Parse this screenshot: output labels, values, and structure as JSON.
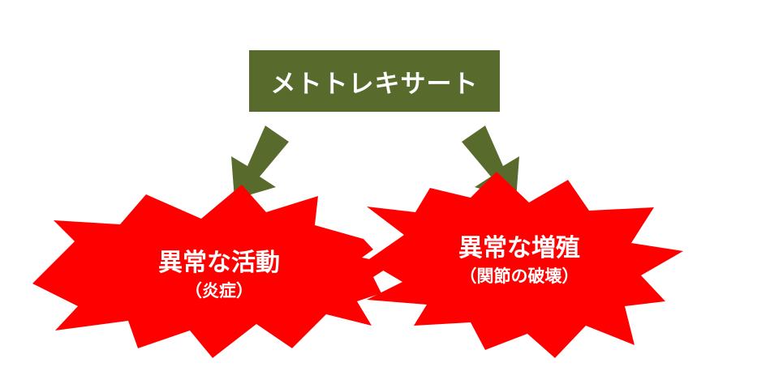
{
  "title": "メトトレキサート",
  "colors": {
    "title_box": "#586b2c",
    "arrow": "#586b2c",
    "burst": "#ff0000",
    "text": "#ffffff"
  },
  "effects": [
    {
      "main": "異常な活動",
      "sub": "（炎症）"
    },
    {
      "main": "異常な増殖",
      "sub": "（関節の破壊）"
    }
  ]
}
